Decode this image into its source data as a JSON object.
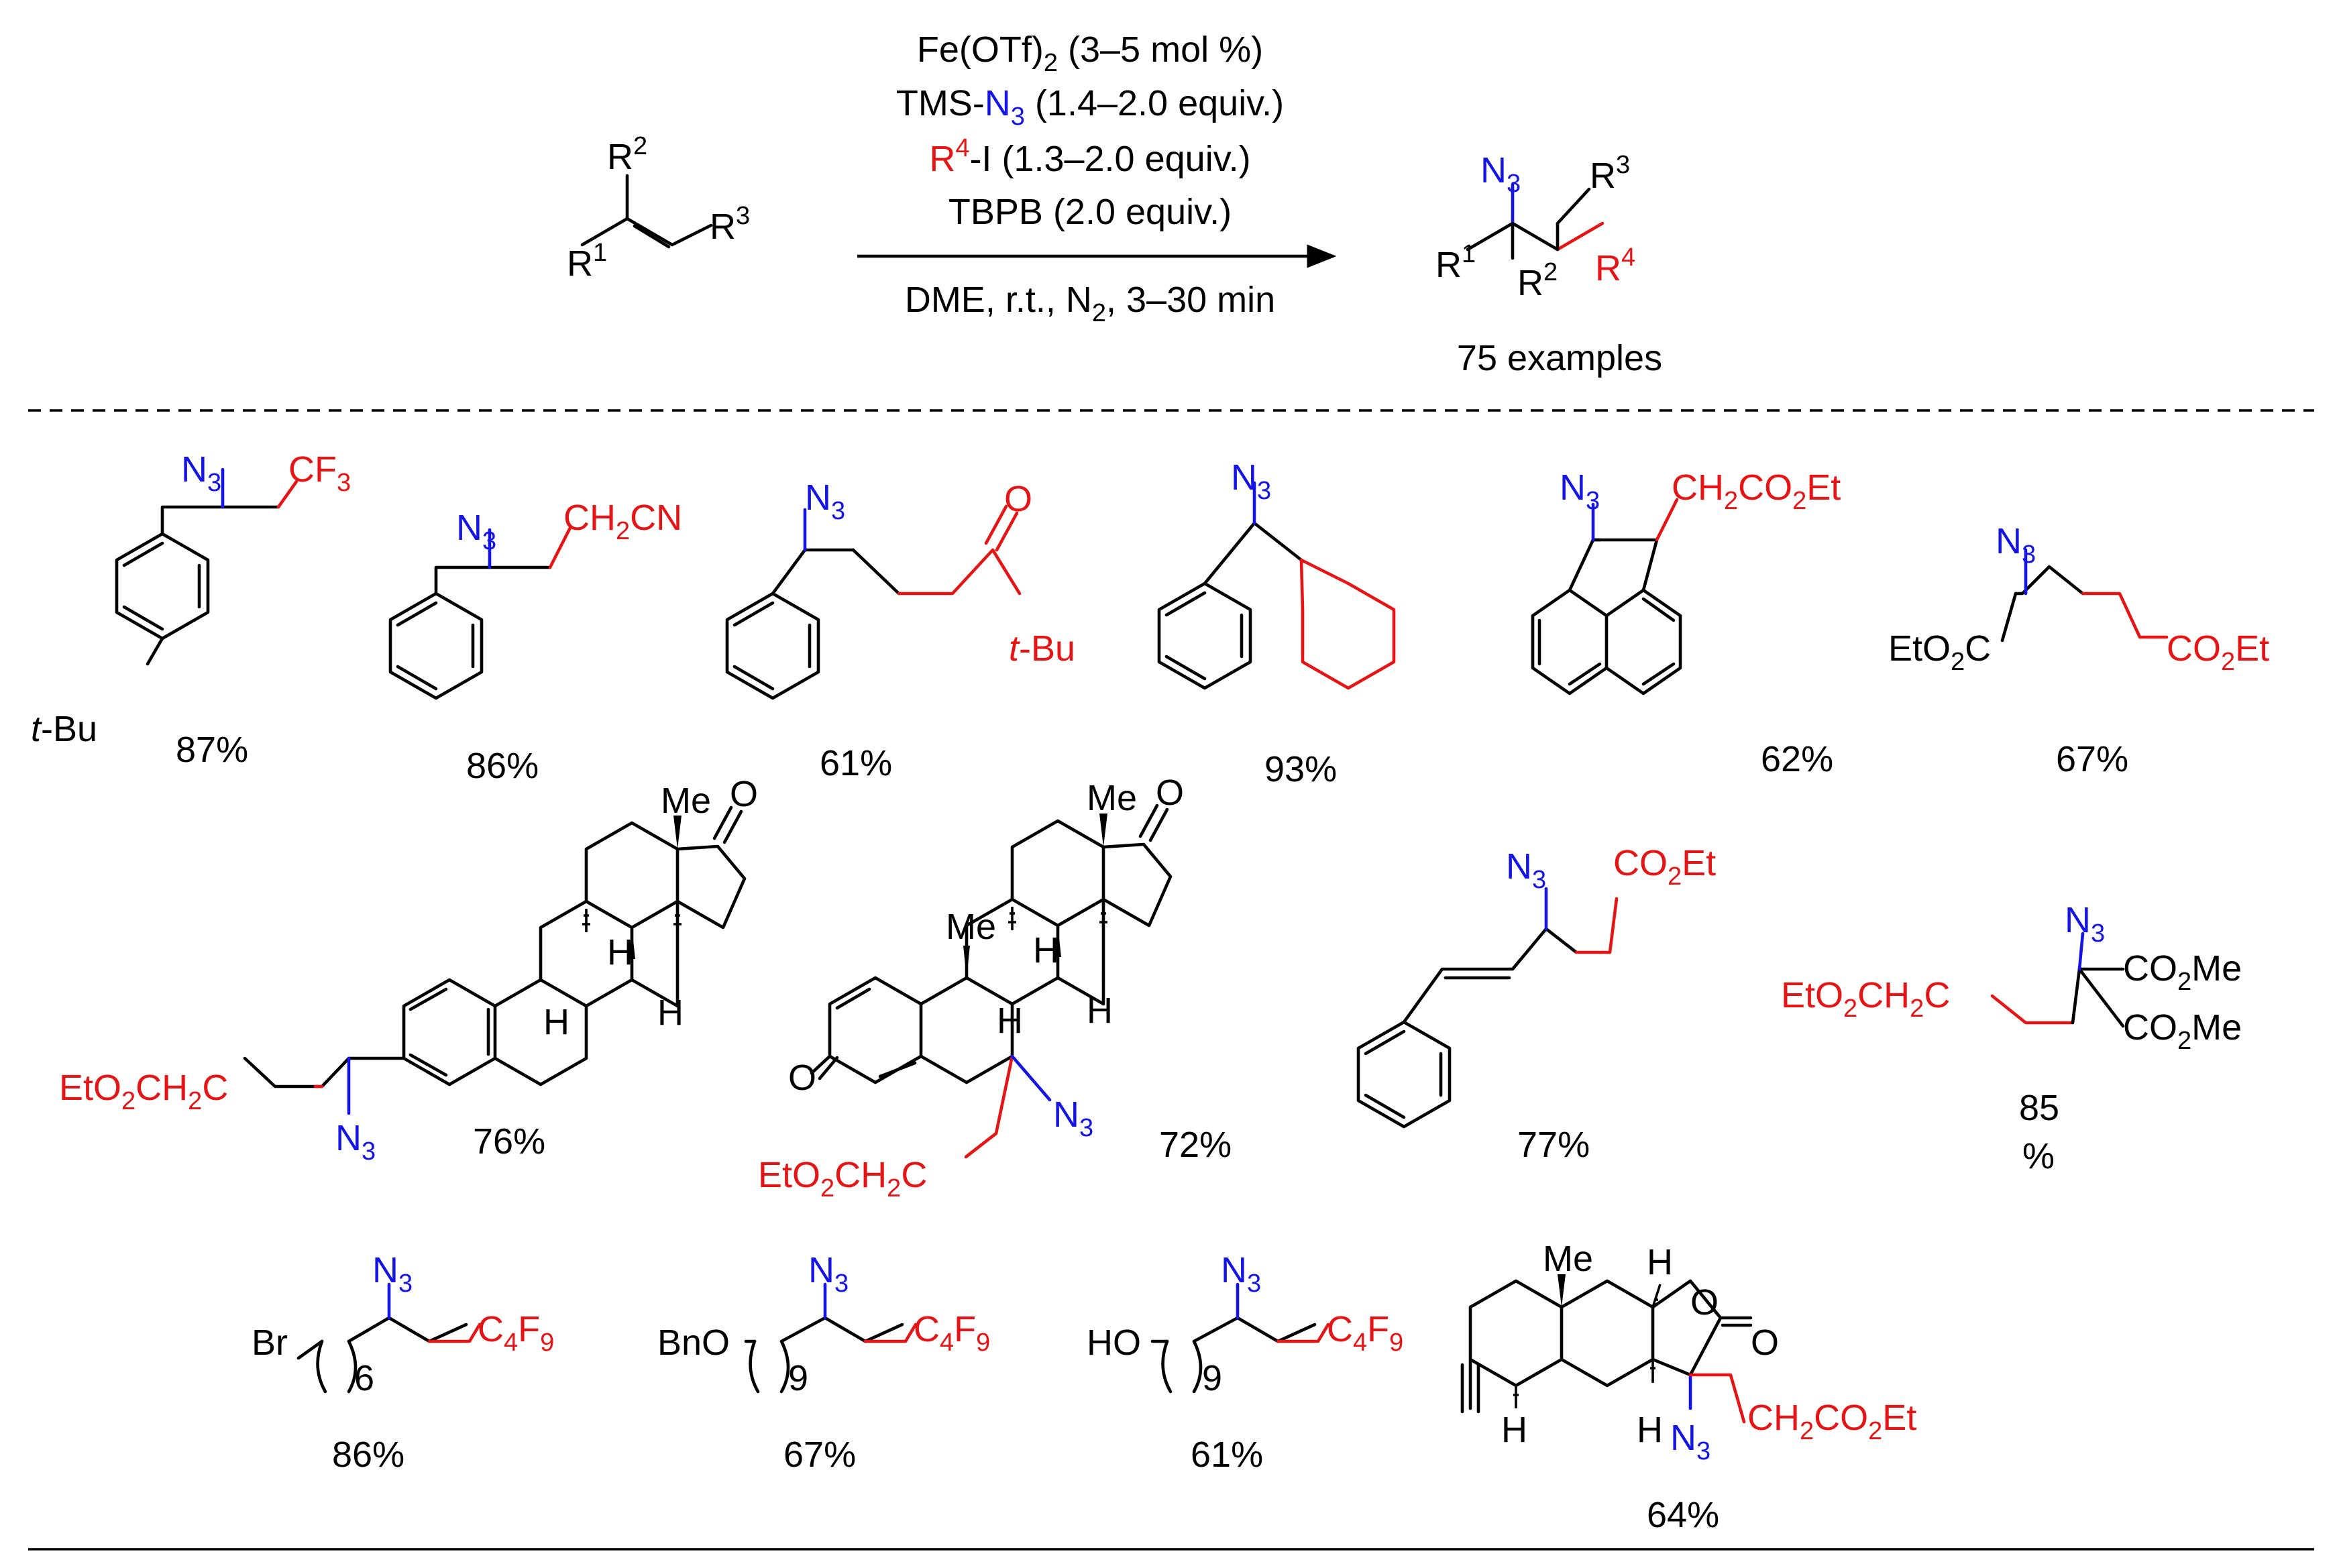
{
  "reaction": {
    "conditions_above": [
      [
        {
          "t": "Fe(OTf)"
        },
        {
          "t": "2",
          "sub": true
        },
        {
          "t": " (3–5 mol %)"
        }
      ],
      [
        {
          "t": "TMS-"
        },
        {
          "t": "N",
          "c": "blue"
        },
        {
          "t": "3",
          "sub": true,
          "c": "blue"
        },
        {
          "t": " (1.4–2.0 equiv.)"
        }
      ],
      [
        {
          "t": "R",
          "c": "red"
        },
        {
          "t": "4",
          "sup": true,
          "c": "red"
        },
        {
          "t": "-I (1.3–2.0 equiv.)"
        }
      ],
      [
        {
          "t": "TBPB (2.0 equiv.)"
        }
      ]
    ],
    "conditions_below": [
      {
        "t": "DME, r.t., N"
      },
      {
        "t": "2",
        "sub": true
      },
      {
        "t": ", 3–30 min"
      }
    ],
    "examples_text": "75 examples",
    "substrate_labels": {
      "r1": "R",
      "r1_sup": "1",
      "r2": "R",
      "r2_sup": "2",
      "r3": "R",
      "r3_sup": "3"
    },
    "product_labels": {
      "n3": "N",
      "n3_sub": "3",
      "r1": "R",
      "r1_sup": "1",
      "r2": "R",
      "r2_sup": "2",
      "r3": "R",
      "r3_sup": "3",
      "r4": "R",
      "r4_sup": "4"
    }
  },
  "colors": {
    "azide": "#1414e6",
    "added_group": "#e61414",
    "bonds": "#000000"
  },
  "yields": {
    "c1": "87%",
    "c2": "86%",
    "c3": "61%",
    "c4": "93%",
    "c5": "62%",
    "c6": "67%",
    "c7": "76%",
    "c8": "72%",
    "c9": "77%",
    "c10_line1": "85",
    "c10_line2": "%",
    "c11": "86%",
    "c12": "67%",
    "c13": "61%",
    "c14": "64%"
  },
  "labels": {
    "N": "N",
    "n3_sub": "3",
    "CF": "CF",
    "f3_sub": "3",
    "t_italic": "t",
    "bu": "-Bu",
    "CH": "CH",
    "CN": "CN",
    "CO": "CO",
    "Et": "Et",
    "two": "2",
    "O": "O",
    "EtO": "EtO",
    "C": "C",
    "Me": "Me",
    "H": "H",
    "Br": "Br",
    "BnO": "BnO",
    "HO": "HO",
    "C4F9_C": "C",
    "C4F9_4": "4",
    "C4F9_F": "F",
    "C4F9_9": "9",
    "n6": "6",
    "n9": "9",
    "OMe_C": "CO",
    "OMe_Me": "Me"
  }
}
